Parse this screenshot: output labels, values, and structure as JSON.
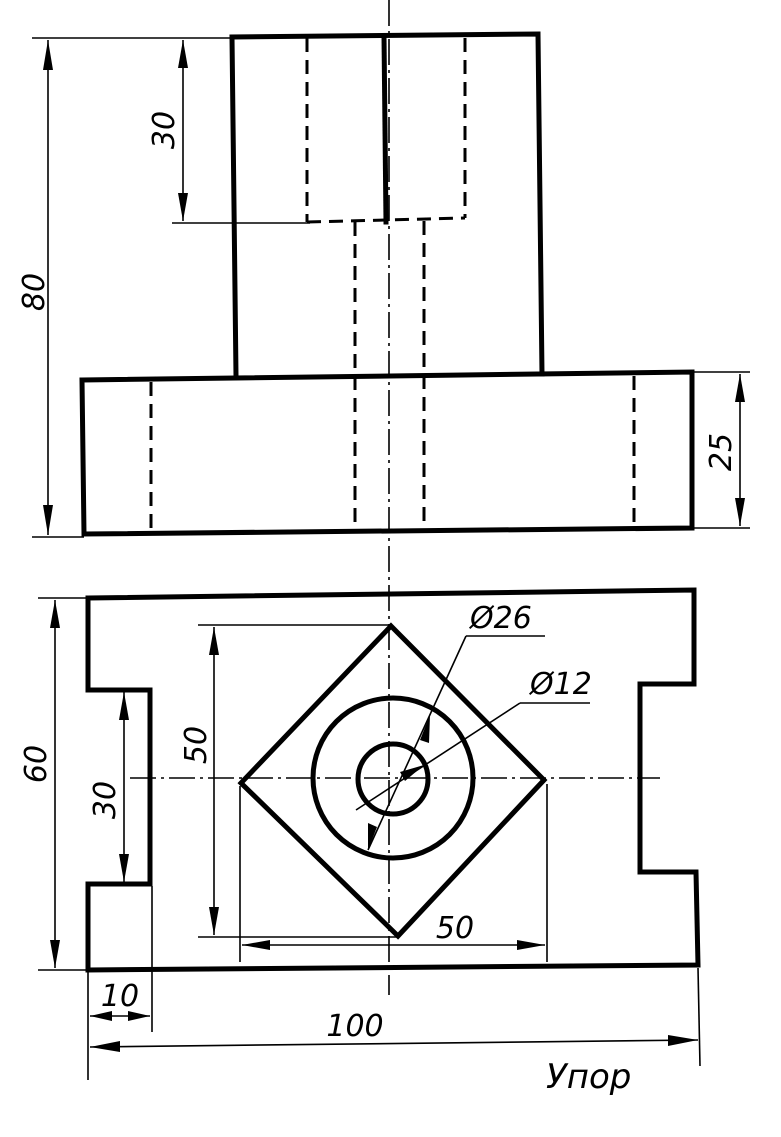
{
  "title": "Упор",
  "dimensions": {
    "front_total_height": "80",
    "front_top_hole_depth": "30",
    "front_base_height": "25",
    "top_total_depth": "60",
    "top_slot_width": "30",
    "top_square_height": "50",
    "top_square_width": "50",
    "top_outer_diameter": "Ø26",
    "top_inner_diameter": "Ø12",
    "top_slot_depth": "10",
    "top_total_width": "100"
  }
}
